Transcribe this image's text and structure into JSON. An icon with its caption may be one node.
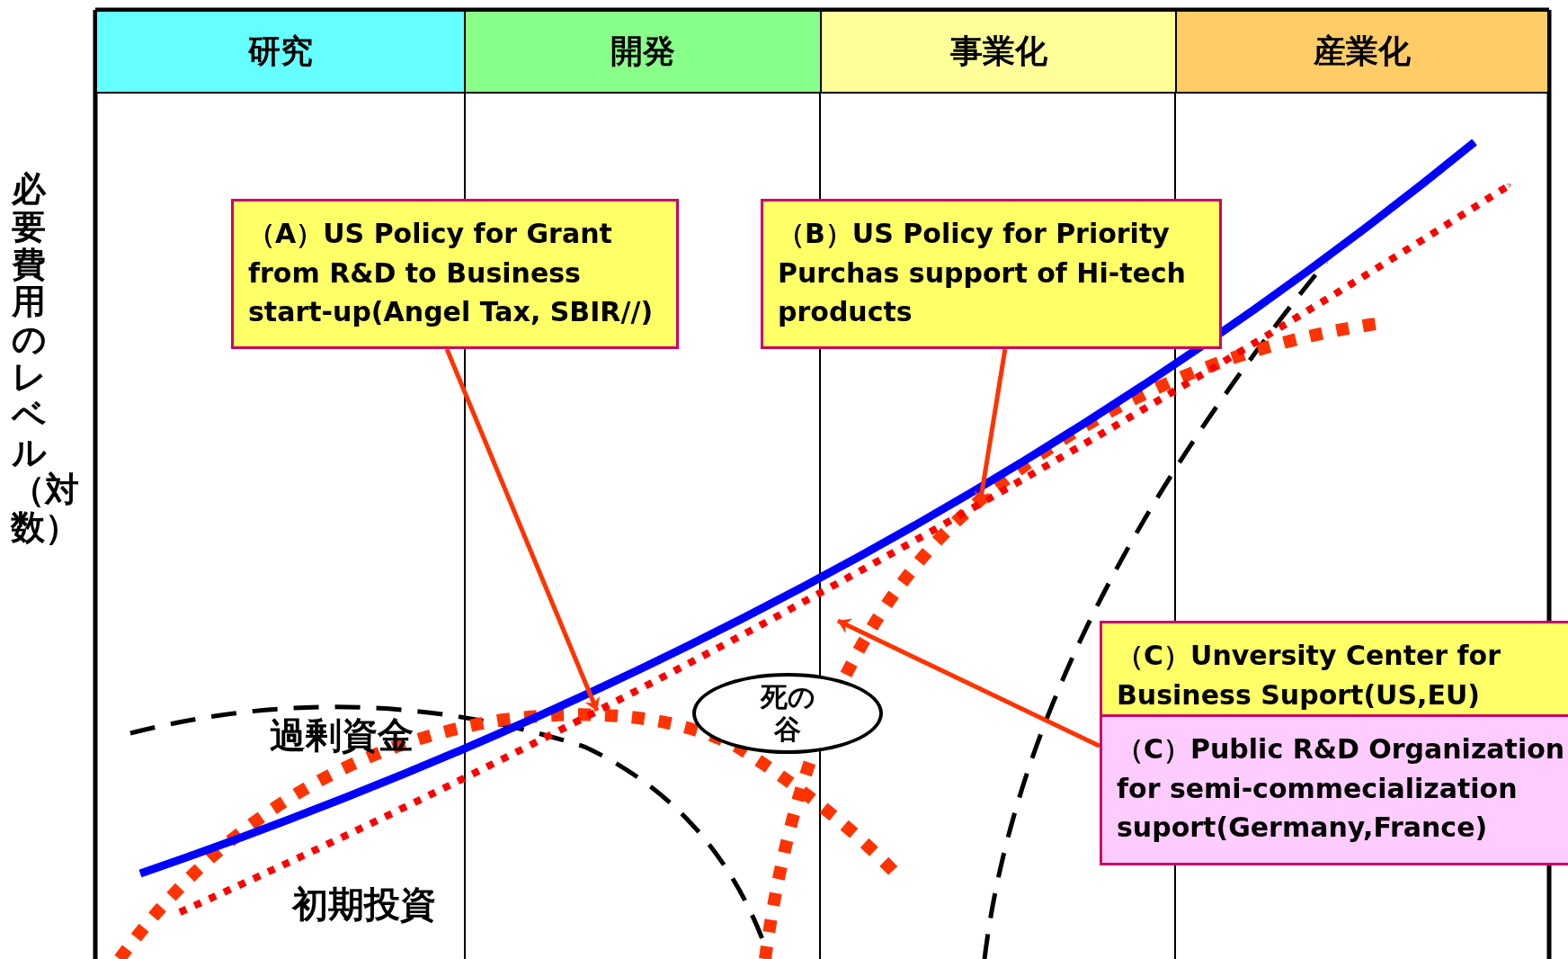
{
  "diagram": {
    "nodes": [
      {
        "text": [
          "研究"
        ]
      },
      {
        "text": [
          "開発"
        ]
      },
      {
        "text": [
          "事業化"
        ]
      },
      {
        "text": [
          "産業化"
        ]
      },
      {
        "text": [
          "（A）US Policy for Grant from R&D to Business start-up(Angel Tax, SBIR//)"
        ]
      },
      {
        "text": [
          "（B）US Policy for Priority Purchas support of Hi-tech products"
        ]
      },
      {
        "text": [
          "（C）Unversity Center for Business Suport(US,EU)"
        ]
      },
      {
        "text": [
          "（C）Public R&D Organization for semi-commecialization suport(Germany,France)"
        ]
      },
      {
        "text": [
          "死の谷"
        ]
      }
    ],
    "edges": [
      {
        "from": 4,
        "to": null,
        "arrow": "to"
      },
      {
        "from": 5,
        "to": null,
        "arrow": "to"
      },
      {
        "from": 7,
        "to": null,
        "arrow": "to"
      }
    ],
    "labels": [
      "必要費用のレベル（対数）",
      "過剰資金",
      "初期投資"
    ]
  }
}
